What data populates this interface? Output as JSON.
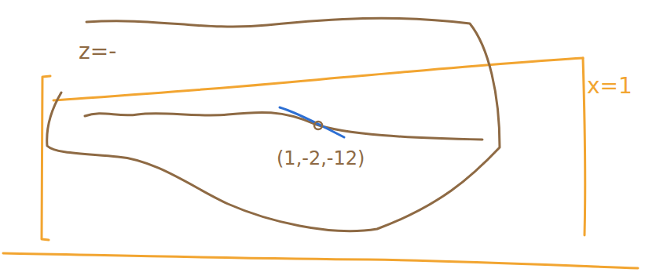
{
  "diagram": {
    "labels": [
      "z=-",
      "x=1",
      "(1,-2,-12)"
    ]
  }
}
